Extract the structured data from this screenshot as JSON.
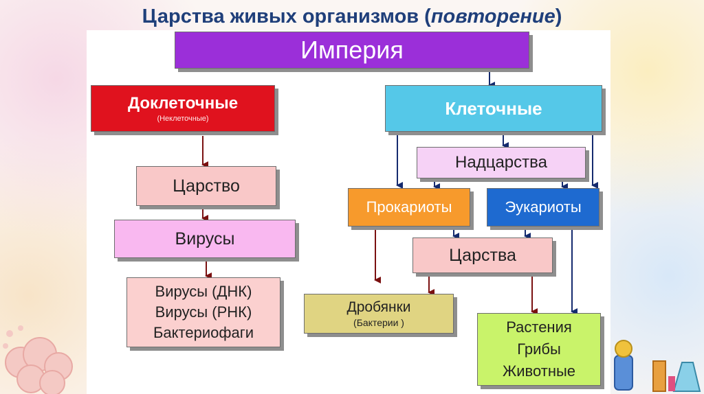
{
  "title": {
    "text_main": "Царства живых организмов (",
    "text_italic": "повторение",
    "text_end": ")"
  },
  "nodes": {
    "empire": "Империя",
    "precellular": "Доклеточные",
    "precellular_sub": "(Неклеточные)",
    "cellular": "Клеточные",
    "kingdom_single": "Царство",
    "viruses": "Вирусы",
    "virus_types": [
      "Вирусы (ДНК)",
      "Вирусы (РНК)",
      "Бактериофаги"
    ],
    "superkingdoms": "Надцарства",
    "prokaryotes": "Прокариоты",
    "eukaryotes": "Эукариоты",
    "kingdoms": "Царства",
    "drobyanki": "Дробянки",
    "drobyanki_sub": "(Бактерии )",
    "euk_kingdoms": [
      "Растения",
      "Грибы",
      "Животные"
    ]
  },
  "colors": {
    "empire": "#9b2fd9",
    "precellular": "#e0121e",
    "cellular": "#55c8e8",
    "kingdom_pink": "#f9c8c8",
    "viruses": "#f9b8f0",
    "virus_types": "#fbd0cf",
    "superkingdoms": "#f6d2f6",
    "prokaryotes": "#f79a2c",
    "eukaryotes": "#1e6ad0",
    "drobyanki": "#e0d482",
    "euk_kingdoms": "#c9f36a",
    "arrow_dark_red": "#7a1010",
    "arrow_navy": "#142a6e"
  }
}
